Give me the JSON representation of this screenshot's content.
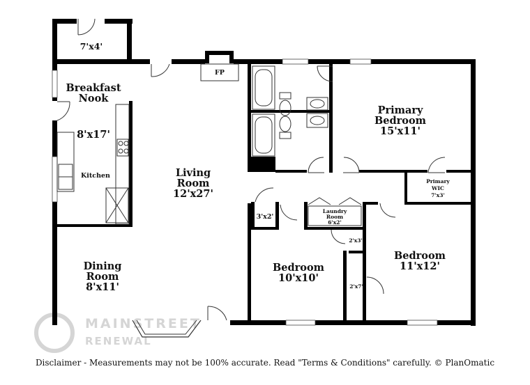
{
  "rooms": {
    "storage": {
      "dim": "7'x4'"
    },
    "fireplace": {
      "label": "FP"
    },
    "breakfast_nook": {
      "name1": "Breakfast",
      "name2": "Nook",
      "dim": "8'x17'"
    },
    "kitchen": {
      "name": "Kitchen"
    },
    "living_room": {
      "name1": "Living",
      "name2": "Room",
      "dim": "12'x27'"
    },
    "dining_room": {
      "name1": "Dining",
      "name2": "Room",
      "dim": "8'x11'"
    },
    "primary_bedroom": {
      "name1": "Primary",
      "name2": "Bedroom",
      "dim": "15'x11'"
    },
    "primary_wic": {
      "name1": "Primary",
      "name2": "WIC",
      "dim": "7'x3'"
    },
    "closet_a": {
      "dim": "3'x2'"
    },
    "laundry": {
      "name1": "Laundry",
      "name2": "Room",
      "dim": "6'x2'"
    },
    "closet_b": {
      "dim": "2'x3'"
    },
    "closet_c": {
      "dim": "2'x7'"
    },
    "bedroom_1": {
      "name": "Bedroom",
      "dim": "10'x10'"
    },
    "bedroom_2": {
      "name": "Bedroom",
      "dim": "11'x12'"
    }
  },
  "watermark": {
    "line1": "MAINSTREET",
    "line2": "RENEWAL"
  },
  "footer": {
    "disclaimer": "Disclaimer - Measurements may not be 100% accurate. Read \"Terms & Conditions\" carefully. © PlanOmatic"
  },
  "colors": {
    "walls": "#000000",
    "watermark": "#d5d5d5",
    "background": "#ffffff"
  }
}
